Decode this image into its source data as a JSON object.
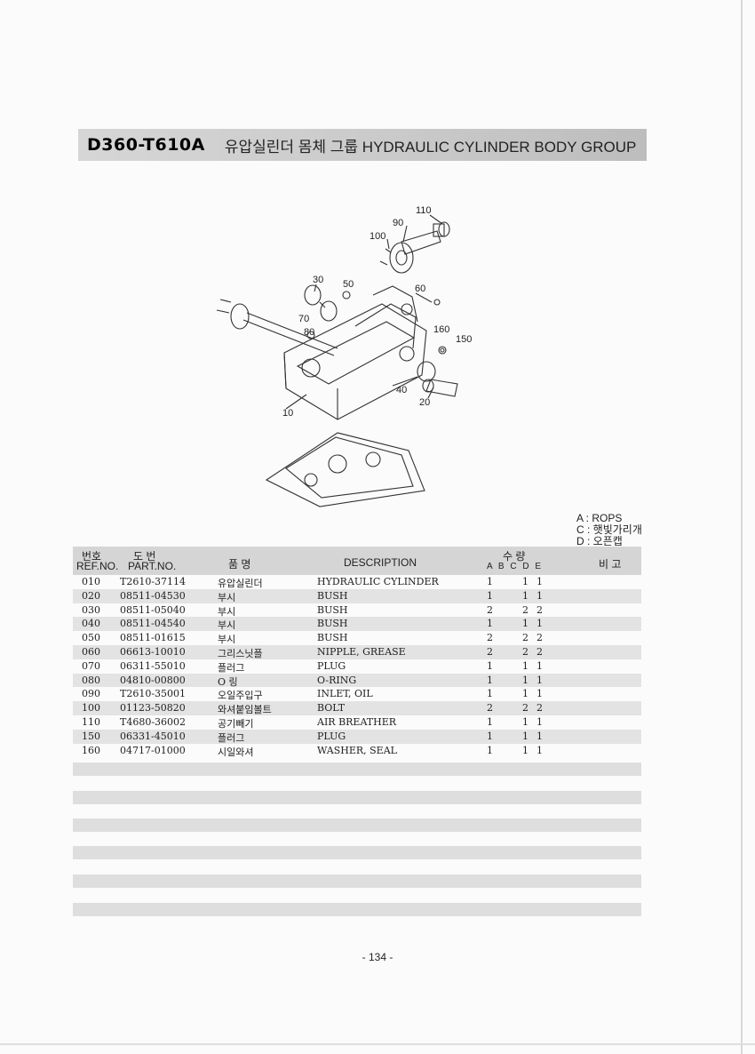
{
  "header": {
    "code": "D360-T610A",
    "title": "유압실린더 몸체 그룹 HYDRAULIC CYLINDER BODY GROUP"
  },
  "diagram": {
    "callouts": [
      "110",
      "90",
      "100",
      "30",
      "50",
      "60",
      "70",
      "80",
      "160",
      "150",
      "40",
      "20",
      "10"
    ]
  },
  "legend": {
    "lines": [
      "A : ROPS",
      "C : 햇빛가리개",
      "D : 오픈캡"
    ]
  },
  "table": {
    "headers": {
      "ref_ko": "번호",
      "ref_en": "REF.NO.",
      "part_ko": "도 번",
      "part_en": "PART.NO.",
      "name": "품 명",
      "description": "DESCRIPTION",
      "qty_ko": "수 량",
      "qty_cols": "A B C D E",
      "remark": "비 고"
    },
    "rows": [
      {
        "ref": "010",
        "part": "T2610-37114",
        "name": "유압실린더",
        "desc": "HYDRAULIC CYLINDER",
        "a": "1",
        "c": "1",
        "d": "1"
      },
      {
        "ref": "020",
        "part": "08511-04530",
        "name": "부시",
        "desc": "BUSH",
        "a": "1",
        "c": "1",
        "d": "1"
      },
      {
        "ref": "030",
        "part": "08511-05040",
        "name": "부시",
        "desc": "BUSH",
        "a": "2",
        "c": "2",
        "d": "2"
      },
      {
        "ref": "040",
        "part": "08511-04540",
        "name": "부시",
        "desc": "BUSH",
        "a": "1",
        "c": "1",
        "d": "1"
      },
      {
        "ref": "050",
        "part": "08511-01615",
        "name": "부시",
        "desc": "BUSH",
        "a": "2",
        "c": "2",
        "d": "2"
      },
      {
        "ref": "060",
        "part": "06613-10010",
        "name": "그리스닛플",
        "desc": "NIPPLE, GREASE",
        "a": "2",
        "c": "2",
        "d": "2"
      },
      {
        "ref": "070",
        "part": "06311-55010",
        "name": "플러그",
        "desc": "PLUG",
        "a": "1",
        "c": "1",
        "d": "1"
      },
      {
        "ref": "080",
        "part": "04810-00800",
        "name": "O 링",
        "desc": "O-RING",
        "a": "1",
        "c": "1",
        "d": "1"
      },
      {
        "ref": "090",
        "part": "T2610-35001",
        "name": "오일주입구",
        "desc": "INLET, OIL",
        "a": "1",
        "c": "1",
        "d": "1"
      },
      {
        "ref": "100",
        "part": "01123-50820",
        "name": "와셔붙임볼트",
        "desc": "BOLT",
        "a": "2",
        "c": "2",
        "d": "2"
      },
      {
        "ref": "110",
        "part": "T4680-36002",
        "name": "공기빼기",
        "desc": "AIR BREATHER",
        "a": "1",
        "c": "1",
        "d": "1"
      },
      {
        "ref": "150",
        "part": "06331-45010",
        "name": "플러그",
        "desc": "PLUG",
        "a": "1",
        "c": "1",
        "d": "1"
      },
      {
        "ref": "160",
        "part": "04717-01000",
        "name": "시일와셔",
        "desc": "WASHER, SEAL",
        "a": "1",
        "c": "1",
        "d": "1"
      }
    ]
  },
  "footer": {
    "page_number": "- 134 -"
  }
}
